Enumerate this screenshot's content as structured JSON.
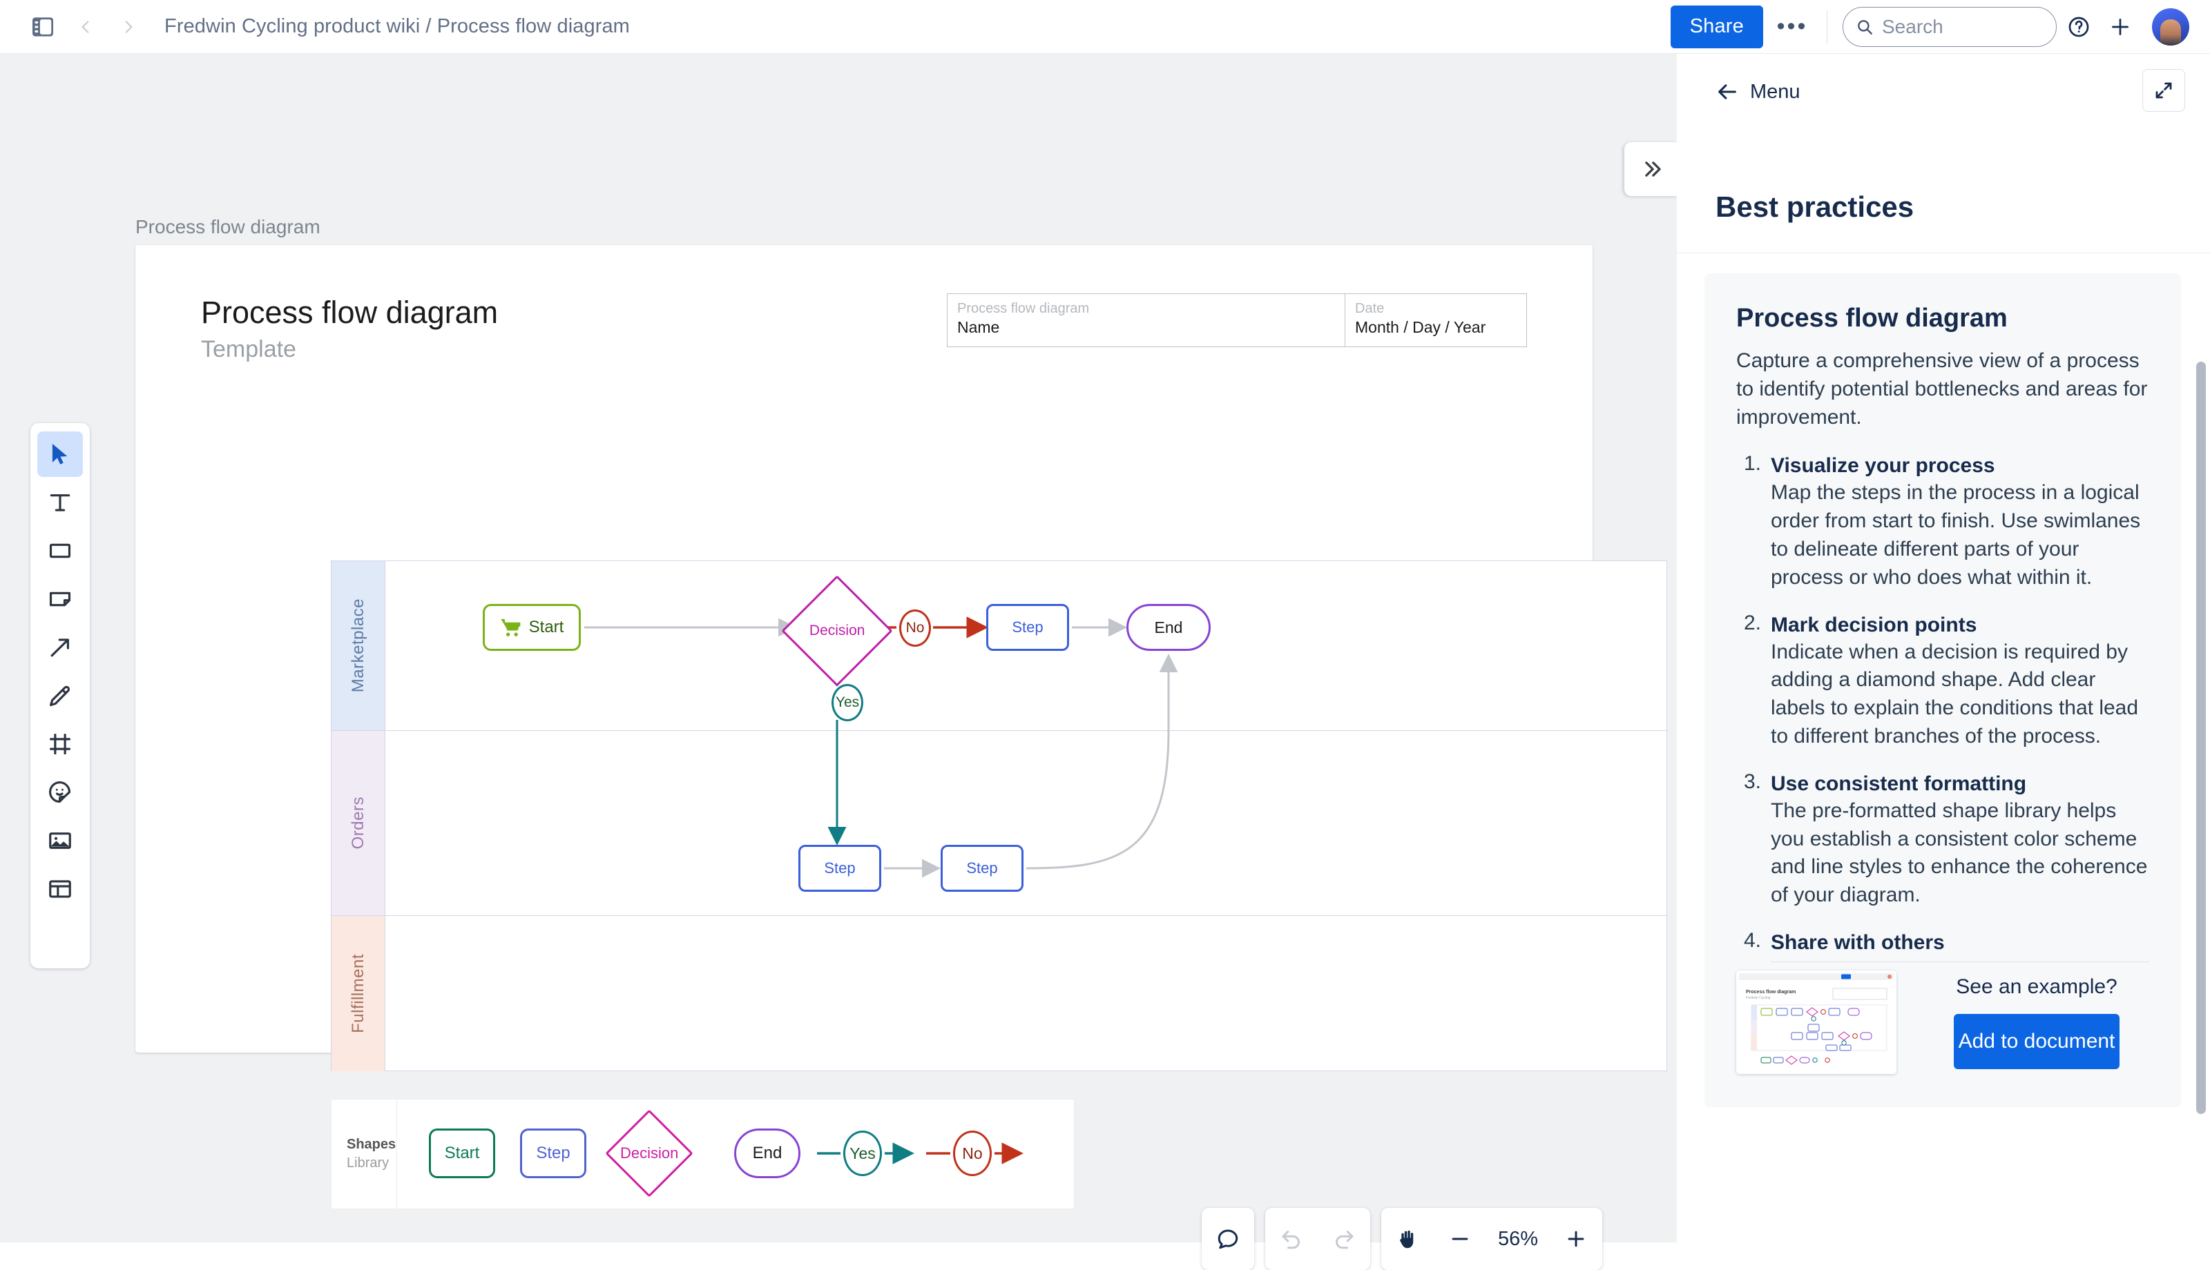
{
  "topbar": {
    "panel_toggle_icon": "sidebar-toggle-icon",
    "back_icon": "chevron-left-icon",
    "forward_icon": "chevron-right-icon",
    "breadcrumb": "Fredwin Cycling product wiki / Process flow diagram",
    "share_label": "Share",
    "more_icon": "ellipsis-icon",
    "search": {
      "placeholder": "Search",
      "icon": "search-icon"
    },
    "help_icon": "help-circle-icon",
    "add_icon": "plus-icon",
    "avatar": "user-avatar",
    "accent_color": "#0c66e4"
  },
  "toolbar": {
    "items": [
      {
        "name": "select-tool",
        "icon": "cursor-icon",
        "active": true
      },
      {
        "name": "text-tool",
        "icon": "text-icon",
        "active": false
      },
      {
        "name": "shape-tool",
        "icon": "rectangle-icon",
        "active": false
      },
      {
        "name": "sticky-note-tool",
        "icon": "sticky-note-icon",
        "active": false
      },
      {
        "name": "connector-tool",
        "icon": "arrow-icon",
        "active": false
      },
      {
        "name": "pen-tool",
        "icon": "pencil-icon",
        "active": false
      },
      {
        "name": "frame-tool",
        "icon": "frame-icon",
        "active": false
      },
      {
        "name": "sticker-tool",
        "icon": "sticker-icon",
        "active": false
      },
      {
        "name": "image-tool",
        "icon": "image-icon",
        "active": false
      },
      {
        "name": "template-tool",
        "icon": "layout-icon",
        "active": false
      }
    ]
  },
  "canvas": {
    "label": "Process flow diagram",
    "document": {
      "title": "Process flow diagram",
      "subtitle": "Template",
      "meta": {
        "name_key": "Process flow diagram",
        "name_value": "Name",
        "date_key": "Date",
        "date_value": "Month / Day / Year"
      }
    },
    "swimlanes": [
      {
        "name": "Marketplace",
        "label": "Marketplace",
        "color": "#5e7ba6",
        "bg": "#dfe9f7"
      },
      {
        "name": "Orders",
        "label": "Orders",
        "color": "#9d7bb0",
        "bg": "#f1ebf5"
      },
      {
        "name": "Fulfillment",
        "label": "Fulfillment",
        "color": "#a8705c",
        "bg": "#fbe8e1"
      }
    ],
    "nodes": {
      "start": "Start",
      "decision": "Decision",
      "no": "No",
      "step1": "Step",
      "end": "End",
      "yes": "Yes",
      "step2": "Step",
      "step3": "Step"
    },
    "shapes_library": {
      "title": "Shapes",
      "subtitle": "Library",
      "items": [
        "Start",
        "Step",
        "Decision",
        "End",
        "Yes",
        "No"
      ]
    }
  },
  "bottombar": {
    "comment_icon": "comment-icon",
    "undo_icon": "undo-icon",
    "redo_icon": "redo-icon",
    "hand_icon": "hand-icon",
    "zoom_out_icon": "minus-icon",
    "zoom_level": "56%",
    "zoom_in_icon": "plus-icon"
  },
  "right_panel": {
    "collapse_icon": "chevron-double-right-icon",
    "back_icon": "arrow-left-icon",
    "back_label": "Menu",
    "expand_icon": "expand-icon",
    "title": "Best practices",
    "card": {
      "heading": "Process flow diagram",
      "intro": "Capture a comprehensive view of a process to identify potential bottlenecks and areas for improvement.",
      "tips": [
        {
          "num": "1.",
          "heading": "Visualize your process",
          "body": "Map the steps in the process in a logical order from start to finish. Use swimlanes to delineate different parts of your process or who does what within it."
        },
        {
          "num": "2.",
          "heading": "Mark decision points",
          "body": "Indicate when a decision is required by adding a diamond shape. Add clear labels to explain the conditions that lead to different branches of the process."
        },
        {
          "num": "3.",
          "heading": "Use consistent formatting",
          "body": "The pre-formatted shape library helps you establish a consistent color scheme and line styles to enhance the coherence of your diagram."
        },
        {
          "num": "4.",
          "heading": "Share with others",
          "body": ""
        }
      ],
      "example_question": "See an example?",
      "add_button": "Add to document",
      "thumbnail": "example-thumbnail"
    }
  }
}
